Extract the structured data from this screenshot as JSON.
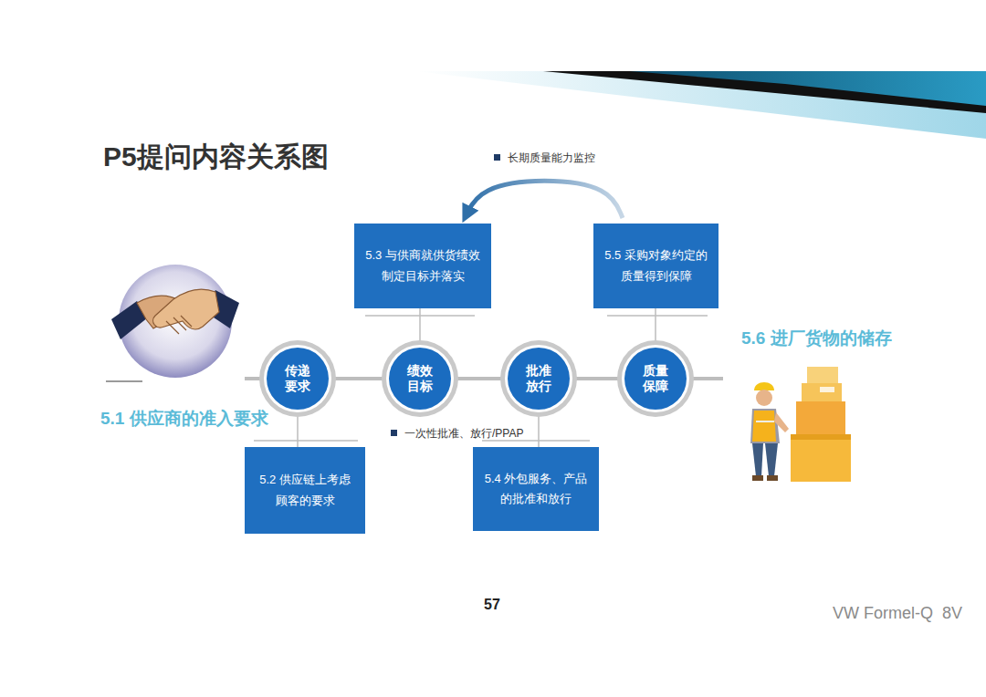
{
  "diagram": {
    "title": "P5提问内容关系图",
    "nodes": [
      {
        "text": [
          "5.3 与供商就供货绩效制定目标并落实"
        ]
      },
      {
        "text": [
          "5.5 采购对象约定的质量得到保障"
        ]
      },
      {
        "text": [
          "传递要求"
        ]
      },
      {
        "text": [
          "绩效目标"
        ]
      },
      {
        "text": [
          "批准放行"
        ]
      },
      {
        "text": [
          "质量保障"
        ]
      },
      {
        "text": [
          "5.2 供应链上考虑顾客的要求"
        ]
      },
      {
        "text": [
          "5.4 外包服务、产品的批准和放行"
        ]
      }
    ],
    "edges": [
      {
        "from": 2,
        "to": 6,
        "arrow": "none"
      },
      {
        "from": 3,
        "to": 0,
        "arrow": "none"
      },
      {
        "from": 4,
        "to": 7,
        "arrow": "none"
      },
      {
        "from": 5,
        "to": 1,
        "arrow": "none"
      },
      {
        "from": 2,
        "to": 3,
        "arrow": "none"
      },
      {
        "from": 3,
        "to": 4,
        "arrow": "none"
      },
      {
        "from": 4,
        "to": 5,
        "arrow": "none"
      },
      {
        "from": 1,
        "to": 0,
        "label": "长期质量能力监控",
        "arrow": "to"
      }
    ],
    "labels": [
      "5.1 供应商的准入要求",
      "5.6 进厂货物的储存",
      "一次性批准、放行/PPAP",
      "57",
      "VW Formel-Q  8V"
    ]
  }
}
